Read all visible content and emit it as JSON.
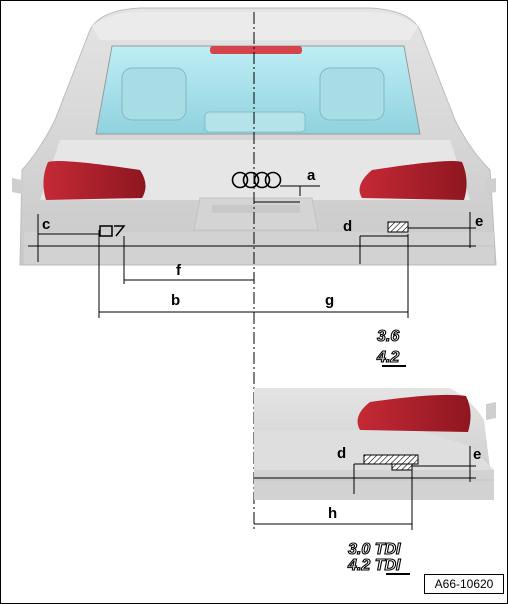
{
  "labels": {
    "a": "a",
    "b": "b",
    "c": "c",
    "d": "d",
    "d2": "d",
    "e": "e",
    "e2": "e",
    "f": "f",
    "g": "g",
    "h": "h"
  },
  "badges": {
    "top_1": "3.6",
    "top_2": "4.2",
    "bottom_1": "3.0 TDI",
    "bottom_2": "4.2 TDI"
  },
  "reference": "A66-10620",
  "colors": {
    "body": "#d9d9d9",
    "glass": "#9fdde8",
    "taillight": "#b8242f",
    "brake_light": "#d5434b",
    "line": "#000000"
  }
}
